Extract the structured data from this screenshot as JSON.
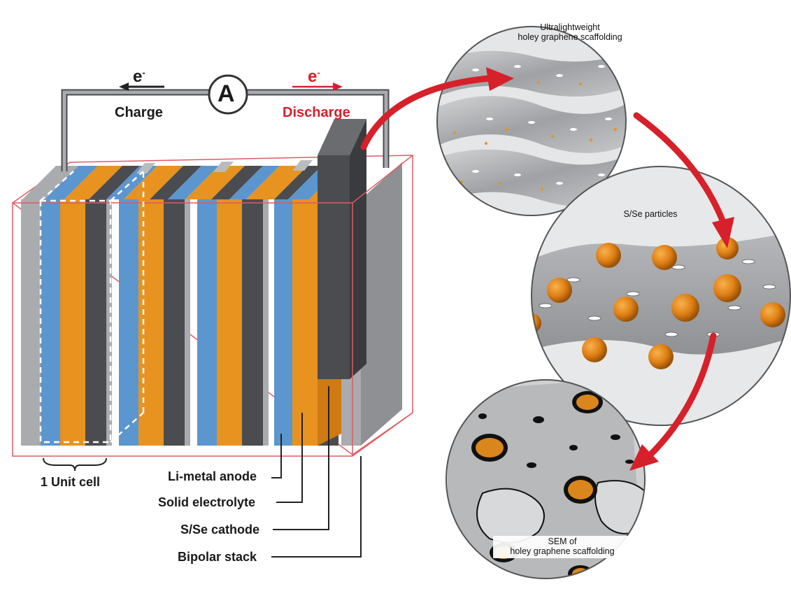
{
  "labels": {
    "e_left": "e",
    "e_left_sup": "-",
    "e_right": "e",
    "e_right_sup": "-",
    "ammeter": "A",
    "charge": "Charge",
    "discharge": "Discharge",
    "unit_cell": "1 Unit cell",
    "anode": "Li-metal anode",
    "electrolyte": "Solid electrolyte",
    "cathode": "S/Se cathode",
    "bipolar": "Bipolar stack",
    "graphene_line1": "Ultralightweight",
    "graphene_line2": "holey graphene scaffolding",
    "particles": "S/Se particles",
    "sem_line1": "SEM of",
    "sem_line2": "holey graphene scaffolding"
  },
  "colors": {
    "blue": "#5b96cf",
    "orange": "#e8921f",
    "dark": "#4b4c50",
    "gray": "#a9abae",
    "red": "#d6202a",
    "outline": "#e05a62"
  }
}
